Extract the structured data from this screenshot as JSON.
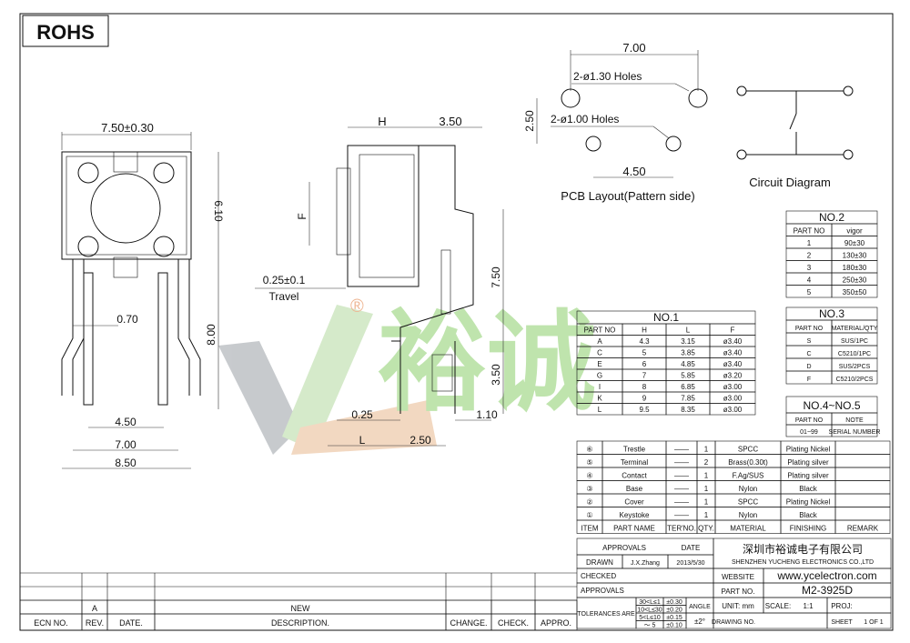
{
  "rohs": "ROHS",
  "front": {
    "w": "7.50±0.30",
    "h1": "6.10",
    "h2": "8.00",
    "pin": "0.70",
    "d1": "4.50",
    "d2": "7.00",
    "d3": "8.50"
  },
  "side": {
    "H": "H",
    "w": "3.50",
    "F": "F",
    "travel": "0.25±0.1",
    "travel_label": "Travel",
    "h1": "7.50",
    "h2": "3.50",
    "t": "0.25",
    "L": "L",
    "d1": "2.50",
    "d2": "1.10"
  },
  "pcb": {
    "top": "7.00",
    "holes1": "2-ø1.30 Holes",
    "holes2": "2-ø1.00 Holes",
    "v": "2.50",
    "bottom": "4.50",
    "title": "PCB Layout(Pattern side)"
  },
  "circuit": {
    "title": "Circuit Diagram"
  },
  "watermark": {
    "r": "®",
    "chars": "裕诚"
  },
  "no2": {
    "title": "NO.2",
    "headers": [
      "PART NO",
      "vigor"
    ],
    "rows": [
      [
        "1",
        "90±30"
      ],
      [
        "2",
        "130±30"
      ],
      [
        "3",
        "180±30"
      ],
      [
        "4",
        "250±30"
      ],
      [
        "5",
        "350±50"
      ]
    ]
  },
  "no3": {
    "title": "NO.3",
    "headers": [
      "PART NO",
      "MATERIAL/QTY"
    ],
    "rows": [
      [
        "S",
        "SUS/1PC"
      ],
      [
        "C",
        "C5210/1PC"
      ],
      [
        "D",
        "SUS/2PCS"
      ],
      [
        "F",
        "C5210/2PCS"
      ]
    ]
  },
  "no4": {
    "title": "NO.4~NO.5",
    "headers": [
      "PART NO",
      "NOTE"
    ],
    "row": [
      "01~99",
      "SERIAL NUMBER"
    ]
  },
  "no1": {
    "title": "NO.1",
    "headers": [
      "PART NO",
      "H",
      "L",
      "F"
    ],
    "rows": [
      [
        "A",
        "4.3",
        "3.15",
        "ø3.40"
      ],
      [
        "C",
        "5",
        "3.85",
        "ø3.40"
      ],
      [
        "E",
        "6",
        "4.85",
        "ø3.40"
      ],
      [
        "G",
        "7",
        "5.85",
        "ø3.20"
      ],
      [
        "I",
        "8",
        "6.85",
        "ø3.00"
      ],
      [
        "K",
        "9",
        "7.85",
        "ø3.00"
      ],
      [
        "L",
        "9.5",
        "8.35",
        "ø3.00"
      ]
    ]
  },
  "bom": {
    "rows": [
      {
        "item": "⑥",
        "name": "Trestle",
        "ter": "——",
        "qty": "1",
        "material": "SPCC",
        "finish": "Plating Nickel"
      },
      {
        "item": "⑤",
        "name": "Terminal",
        "ter": "——",
        "qty": "2",
        "material": "Brass(0.30t)",
        "finish": "Plating silver"
      },
      {
        "item": "④",
        "name": "Contact",
        "ter": "——",
        "qty": "1",
        "material": "F.Ag/SUS",
        "finish": "Plating silver"
      },
      {
        "item": "③",
        "name": "Base",
        "ter": "——",
        "qty": "1",
        "material": "Nylon",
        "finish": "Black"
      },
      {
        "item": "②",
        "name": "Cover",
        "ter": "——",
        "qty": "1",
        "material": "SPCC",
        "finish": "Plating Nickel"
      },
      {
        "item": "①",
        "name": "Keystoke",
        "ter": "——",
        "qty": "1",
        "material": "Nylon",
        "finish": "Black"
      }
    ],
    "header": {
      "item": "ITEM",
      "name": "PART NAME",
      "ter": "TER'NO.",
      "qty": "QTY.",
      "material": "MATERIAL",
      "finish": "FINISHING",
      "remark": "REMARK"
    }
  },
  "title_block": {
    "approvals": "APPROVALS",
    "date": "DATE",
    "drawn": "DRAWN",
    "drawn_by": "J.X.Zhang",
    "drawn_date": "2013/5/30",
    "checked": "CHECKED",
    "approvals2": "APPROVALS",
    "company_cn": "深圳市裕诚电子有限公司",
    "company_en": "SHENZHEN YUCHENG ELECTRONICS CO.,LTD",
    "website_label": "WEBSITE",
    "website": "www.ycelectron.com",
    "partno_label": "PART NO.",
    "partno": "M2-3925D",
    "tolerances": "TOLERANCES ARE",
    "tol": [
      [
        "30<L≤1",
        "±0.30"
      ],
      [
        "10<L≤30",
        "±0.20"
      ],
      [
        "5<L≤10",
        "±0.15"
      ],
      [
        "～ 5",
        "±0.10"
      ]
    ],
    "angle": "ANGLE",
    "angle_val": "±2°",
    "unit": "UNIT: mm",
    "scale": "SCALE:",
    "scale_val": "1:1",
    "proj": "PROJ:",
    "drawing_no": "DRAWING NO.",
    "sheet": "SHEET",
    "sheet_val": "1 OF 1"
  },
  "revision": {
    "rev_a": "A",
    "new": "NEW",
    "headers": [
      "ECN NO.",
      "REV.",
      "DATE.",
      "DESCRIPTION.",
      "CHANGE.",
      "CHECK.",
      "APPRO."
    ]
  }
}
